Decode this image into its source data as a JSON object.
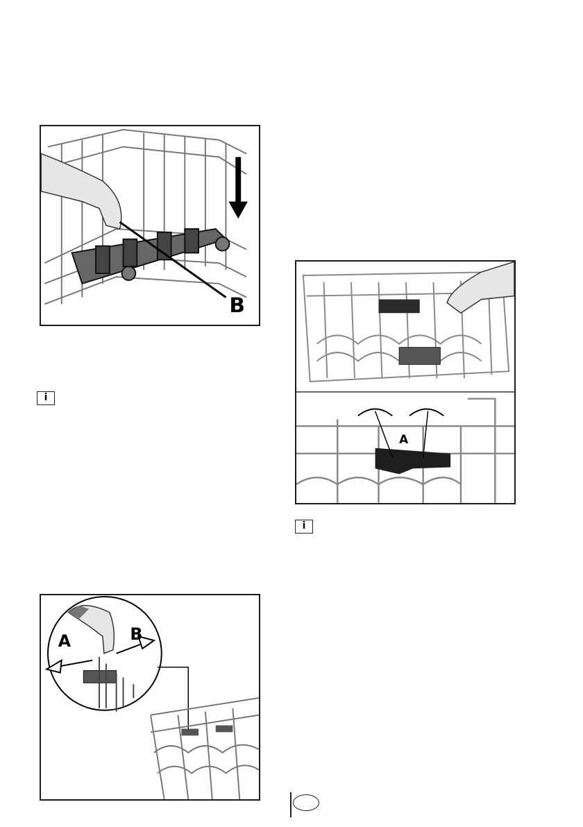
{
  "figure1": {
    "callout": "B"
  },
  "figure2": {
    "callout": "A"
  },
  "figure3": {
    "callout_left": "A",
    "callout_right": "B"
  },
  "notes": {
    "info_symbol": "i"
  },
  "colors": {
    "frame": "#1a1a1a",
    "rack_grey": "#8a8a8a",
    "accessory_dark": "#3a3a3a",
    "skin": "#e6e6e6"
  }
}
